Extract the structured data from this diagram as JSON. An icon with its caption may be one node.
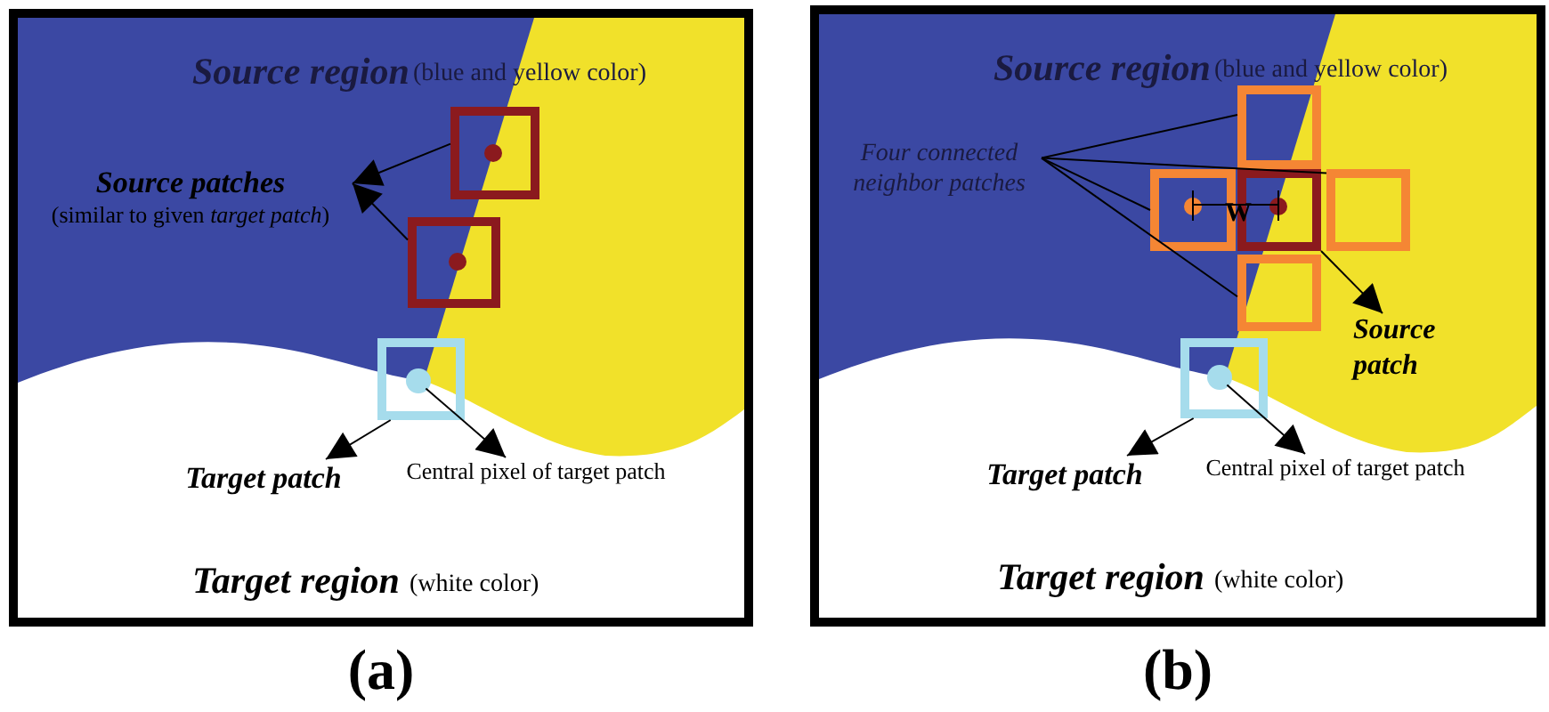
{
  "diagram": {
    "nodes": [
      {
        "text": [
          "(a)"
        ]
      },
      {
        "text": [
          "Source patches",
          "(similar to given *target patch*)"
        ],
        "in": 0
      },
      {
        "text": [],
        "shape": "box",
        "in": 0
      },
      {
        "text": [],
        "shape": "box",
        "in": 0
      },
      {
        "text": [],
        "shape": "box",
        "in": 0
      },
      {
        "text": [],
        "shape": "circle",
        "in": 4
      },
      {
        "text": [
          "Target patch"
        ],
        "in": 0
      },
      {
        "text": [
          "Central pixel of target patch"
        ],
        "in": 0
      },
      {
        "text": [
          "(b)"
        ]
      },
      {
        "text": [
          "Four connected neighbor patches"
        ],
        "in": 8
      },
      {
        "text": [],
        "shape": "box",
        "in": 8
      },
      {
        "text": [],
        "shape": "box",
        "in": 8
      },
      {
        "text": [],
        "shape": "box",
        "in": 8
      },
      {
        "text": [],
        "shape": "box",
        "in": 8
      },
      {
        "text": [],
        "shape": "box",
        "in": 8
      },
      {
        "text": [
          "Source patch"
        ],
        "in": 8
      },
      {
        "text": [],
        "shape": "box",
        "in": 8
      },
      {
        "text": [],
        "shape": "circle",
        "in": 16
      },
      {
        "text": [
          "Target patch"
        ],
        "in": 8
      },
      {
        "text": [
          "Central pixel of target patch"
        ],
        "in": 8
      }
    ],
    "edges": [
      {
        "from": 2,
        "to": 1,
        "arrow": "to"
      },
      {
        "from": 3,
        "to": 1,
        "arrow": "to"
      },
      {
        "from": 4,
        "to": 6,
        "arrow": "to"
      },
      {
        "from": 5,
        "to": 7,
        "arrow": "to"
      },
      {
        "from": 9,
        "to": 10,
        "arrow": "none"
      },
      {
        "from": 9,
        "to": 13,
        "arrow": "none"
      },
      {
        "from": 9,
        "to": 11,
        "arrow": "none"
      },
      {
        "from": 9,
        "to": 14,
        "arrow": "none"
      },
      {
        "from": 12,
        "to": 15,
        "arrow": "to"
      },
      {
        "from": 16,
        "to": 18,
        "arrow": "to"
      },
      {
        "from": 17,
        "to": 19,
        "arrow": "to"
      }
    ],
    "labels": [
      "Source region",
      "(blue and yellow color)",
      "Target region",
      "(white color)",
      "Source region",
      "(blue and yellow color)",
      "W",
      "Target region",
      "(white color)"
    ]
  }
}
